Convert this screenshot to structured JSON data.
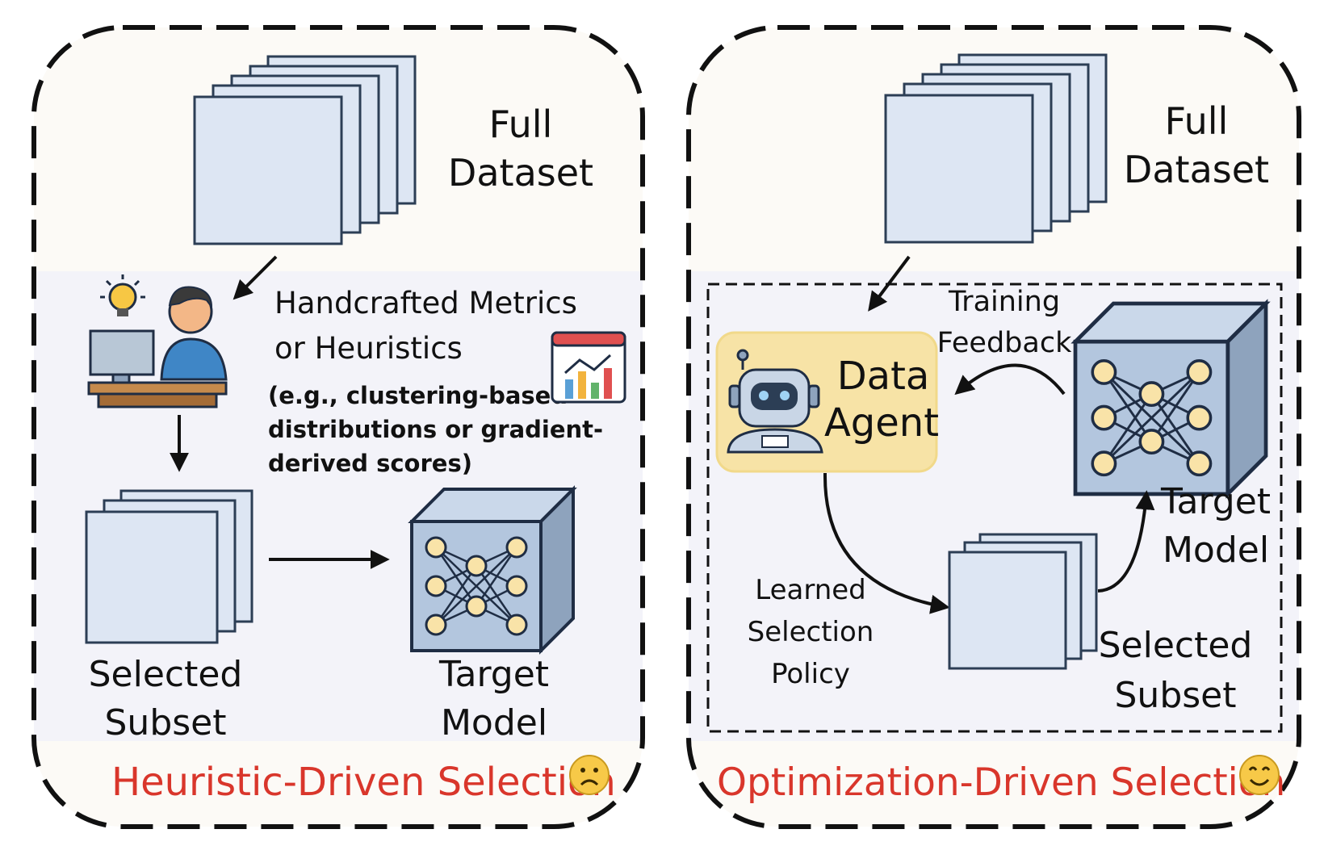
{
  "left": {
    "full_dataset_line1": "Full",
    "full_dataset_line2": "Dataset",
    "metrics_line1": "Handcrafted Metrics",
    "metrics_line2": "or Heuristics",
    "example_line1": "(e.g., clustering-based",
    "example_line2": "distributions or gradient-",
    "example_line3": "derived scores)",
    "selected_line1": "Selected",
    "selected_line2": "Subset",
    "target_line1": "Target",
    "target_line2": "Model",
    "caption": "Heuristic-Driven Selection",
    "emoji": "sad"
  },
  "right": {
    "full_dataset_line1": "Full",
    "full_dataset_line2": "Dataset",
    "feedback_line1": "Training",
    "feedback_line2": "Feedback",
    "agent_line1": "Data",
    "agent_line2": "Agent",
    "policy_line1": "Learned",
    "policy_line2": "Selection",
    "policy_line3": "Policy",
    "target_line1": "Target",
    "target_line2": "Model",
    "selected_line1": "Selected",
    "selected_line2": "Subset",
    "caption": "Optimization-Driven Selection",
    "emoji": "happy"
  },
  "colors": {
    "panel_top": "#fcfaf6",
    "panel_mid": "#f3f3f9",
    "sheet_fill": "#dde6f3",
    "sheet_stroke": "#2c3e55",
    "cube_front": "#b3c6de",
    "cube_side": "#8ea3bd",
    "cube_top": "#cad8ea",
    "node": "#f9e3a8",
    "agent_box": "#f7e3a6",
    "caption_red": "#d9362b"
  }
}
